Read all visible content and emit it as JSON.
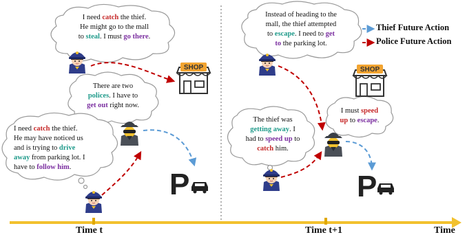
{
  "legend": {
    "thief": {
      "label": "Thief Future Action",
      "color": "#5b9bd5"
    },
    "police": {
      "label": "Police Future Action",
      "color": "#c00000"
    }
  },
  "timeline": {
    "t_label": "Time t",
    "t1_label": "Time t+1",
    "axis_label": "Time",
    "color": "#f2c12e"
  },
  "panel_t": {
    "police_top_bubble": [
      [
        {
          "t": "I need "
        },
        {
          "t": "catch",
          "s": "red"
        },
        {
          "t": " the thief."
        }
      ],
      [
        {
          "t": "He might go to the mall"
        }
      ],
      [
        {
          "t": "to "
        },
        {
          "t": "steal",
          "s": "teal"
        },
        {
          "t": ". I must "
        },
        {
          "t": "go there",
          "s": "purple"
        },
        {
          "t": "."
        }
      ]
    ],
    "thief_bubble": [
      [
        {
          "t": "There are two"
        }
      ],
      [
        {
          "t": "polices",
          "s": "teal"
        },
        {
          "t": ". I have to"
        }
      ],
      [
        {
          "t": "get out",
          "s": "purple"
        },
        {
          "t": " right now."
        }
      ]
    ],
    "police_bottom_bubble": [
      [
        {
          "t": "I need "
        },
        {
          "t": "catch",
          "s": "red"
        },
        {
          "t": " the thief."
        }
      ],
      [
        {
          "t": "He may have noticed us"
        }
      ],
      [
        {
          "t": "and is trying to "
        },
        {
          "t": "drive",
          "s": "teal"
        }
      ],
      [
        {
          "t": "away",
          "s": "teal"
        },
        {
          "t": " from parking lot. I"
        }
      ],
      [
        {
          "t": "have to "
        },
        {
          "t": "follow him",
          "s": "purple"
        },
        {
          "t": "."
        }
      ]
    ],
    "shop_sign": "SHOP",
    "parking_sign": "P"
  },
  "panel_t1": {
    "police_top_bubble": [
      [
        {
          "t": "Instead of heading to the"
        }
      ],
      [
        {
          "t": "mall, the thief attempted"
        }
      ],
      [
        {
          "t": "to "
        },
        {
          "t": "escape",
          "s": "teal"
        },
        {
          "t": ". I need to "
        },
        {
          "t": "get",
          "s": "purple"
        }
      ],
      [
        {
          "t": "to",
          "s": "purple"
        },
        {
          "t": " the parking lot."
        }
      ]
    ],
    "thief_bubble": [
      [
        {
          "t": "I must "
        },
        {
          "t": "speed",
          "s": "red"
        }
      ],
      [
        {
          "t": "up",
          "s": "red"
        },
        {
          "t": " to "
        },
        {
          "t": "escape",
          "s": "purple"
        },
        {
          "t": "."
        }
      ]
    ],
    "police_bottom_bubble": [
      [
        {
          "t": "The thief was"
        }
      ],
      [
        {
          "t": "getting away",
          "s": "teal"
        },
        {
          "t": ". I"
        }
      ],
      [
        {
          "t": "had to "
        },
        {
          "t": "speed up",
          "s": "purple"
        },
        {
          "t": " to"
        }
      ],
      [
        {
          "t": "catch",
          "s": "red"
        },
        {
          "t": " him."
        }
      ]
    ],
    "shop_sign": "SHOP",
    "parking_sign": "P"
  }
}
